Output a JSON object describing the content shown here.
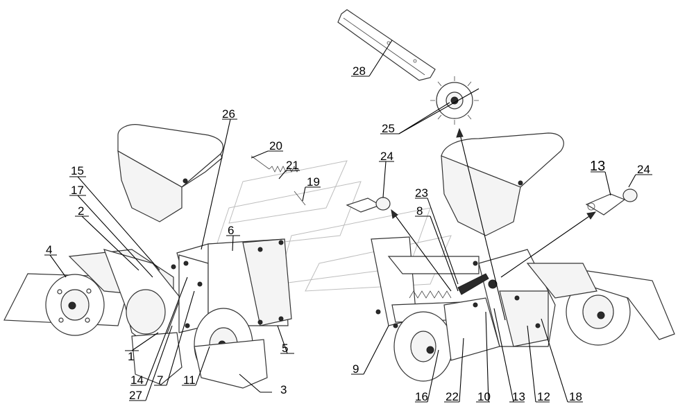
{
  "labels": [
    "1",
    "2",
    "3",
    "4",
    "5",
    "6",
    "7",
    "8",
    "9",
    "10",
    "11",
    "12",
    "13",
    "13",
    "14",
    "15",
    "16",
    "17",
    "18",
    "19",
    "20",
    "21",
    "22",
    "23",
    "24",
    "24",
    "25",
    "26",
    "27",
    "28"
  ]
}
